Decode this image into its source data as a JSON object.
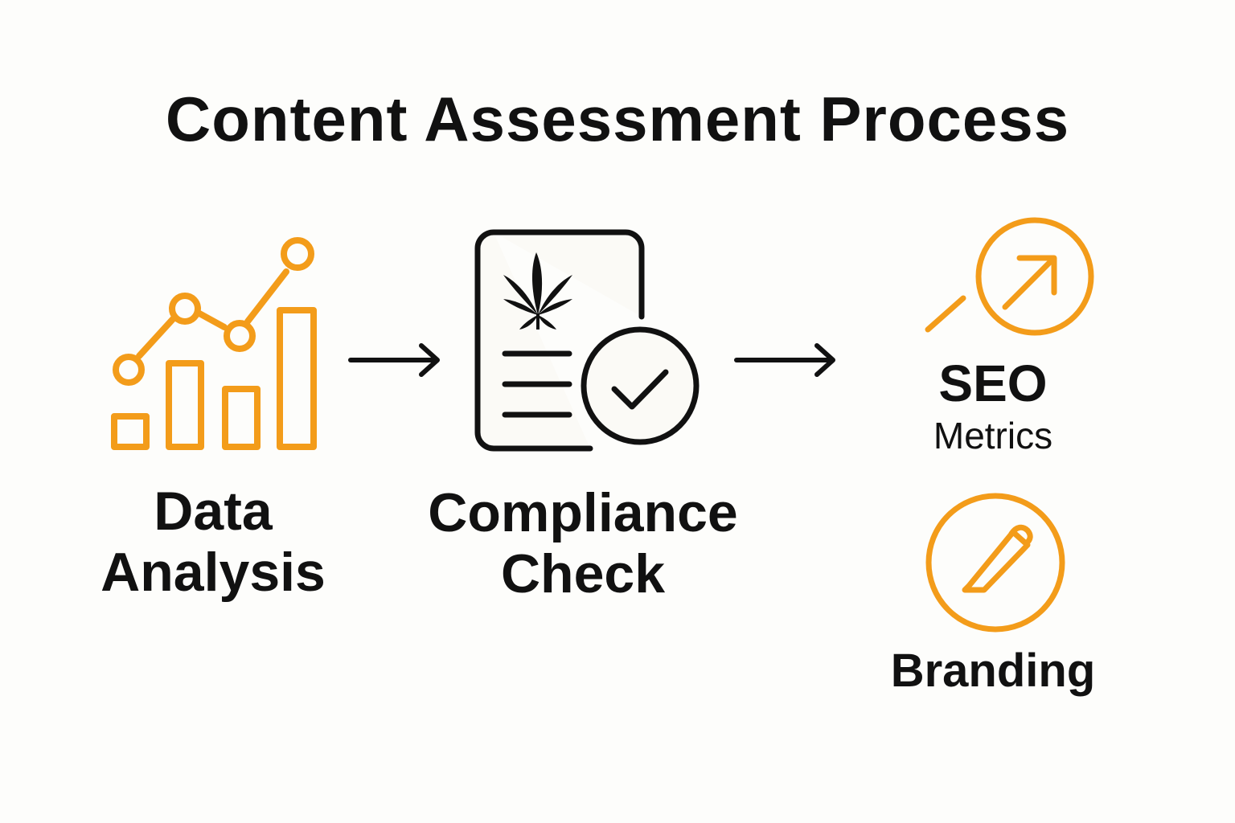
{
  "title": "Content Assessment Process",
  "colors": {
    "accent": "#f39c1a",
    "ink": "#111111",
    "background": "#fdfdfb",
    "document_fill": "#fbfaf6"
  },
  "steps": [
    {
      "id": "data-analysis",
      "icon": "bar-line-chart-icon",
      "label_line1": "Data",
      "label_line2": "Analysis"
    },
    {
      "id": "compliance-check",
      "icon": "document-checkmark-icon",
      "label_line1": "Compliance",
      "label_line2": "Check"
    }
  ],
  "outcomes": {
    "seo": {
      "icon": "trend-arrow-circle-icon",
      "title": "SEO",
      "subtitle": "Metrics"
    },
    "branding": {
      "icon": "pencil-circle-icon",
      "label": "Branding"
    }
  },
  "connectors": [
    "arrow-right-icon",
    "arrow-right-icon"
  ]
}
